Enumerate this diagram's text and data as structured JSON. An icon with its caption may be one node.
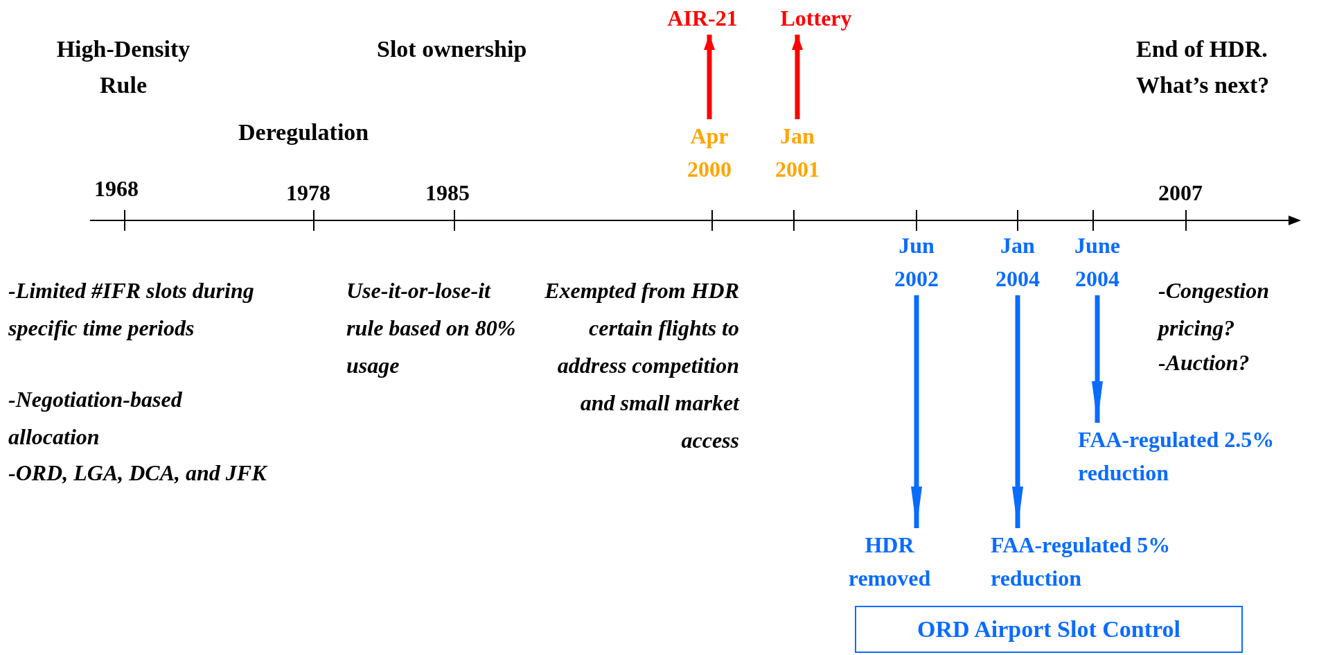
{
  "diagram": {
    "nodes": [
      {
        "text": [
          "AIR-21"
        ]
      },
      {
        "text": [
          "Lottery"
        ]
      },
      {
        "text": [
          "Apr 2000"
        ]
      },
      {
        "text": [
          "Jan 2001"
        ]
      },
      {
        "text": [
          "Jun 2002"
        ]
      },
      {
        "text": [
          "HDR removed"
        ]
      },
      {
        "text": [
          "Jan 2004"
        ]
      },
      {
        "text": [
          "FAA-regulated 5% reduction"
        ]
      },
      {
        "text": [
          "June 2004"
        ]
      },
      {
        "text": [
          "FAA-regulated 2.5% reduction"
        ]
      },
      {
        "text": [
          "ORD Airport Slot Control"
        ]
      }
    ],
    "edges": [
      {
        "from": 2,
        "to": 0,
        "arrow": "to",
        "color": "#ff0000"
      },
      {
        "from": 3,
        "to": 1,
        "arrow": "to",
        "color": "#ff0000"
      },
      {
        "from": 4,
        "to": 5,
        "arrow": "to"
      },
      {
        "from": 6,
        "to": 7,
        "arrow": "to"
      },
      {
        "from": 8,
        "to": 9,
        "arrow": "to"
      }
    ],
    "labels": [
      "High-Density Rule",
      "Slot ownership",
      "End of HDR. What’s next?",
      "Deregulation",
      "1968",
      "1978",
      "1985",
      "2007",
      "-Limited #IFR slots during specific time periods",
      "Use-it-or-lose-it rule based on 80% usage",
      "Exempted from HDR certain flights to address competition and small market access",
      "-Congestion pricing?",
      "-Auction?",
      "-Negotiation-based allocation",
      "-ORD, LGA, DCA, and JFK"
    ]
  }
}
